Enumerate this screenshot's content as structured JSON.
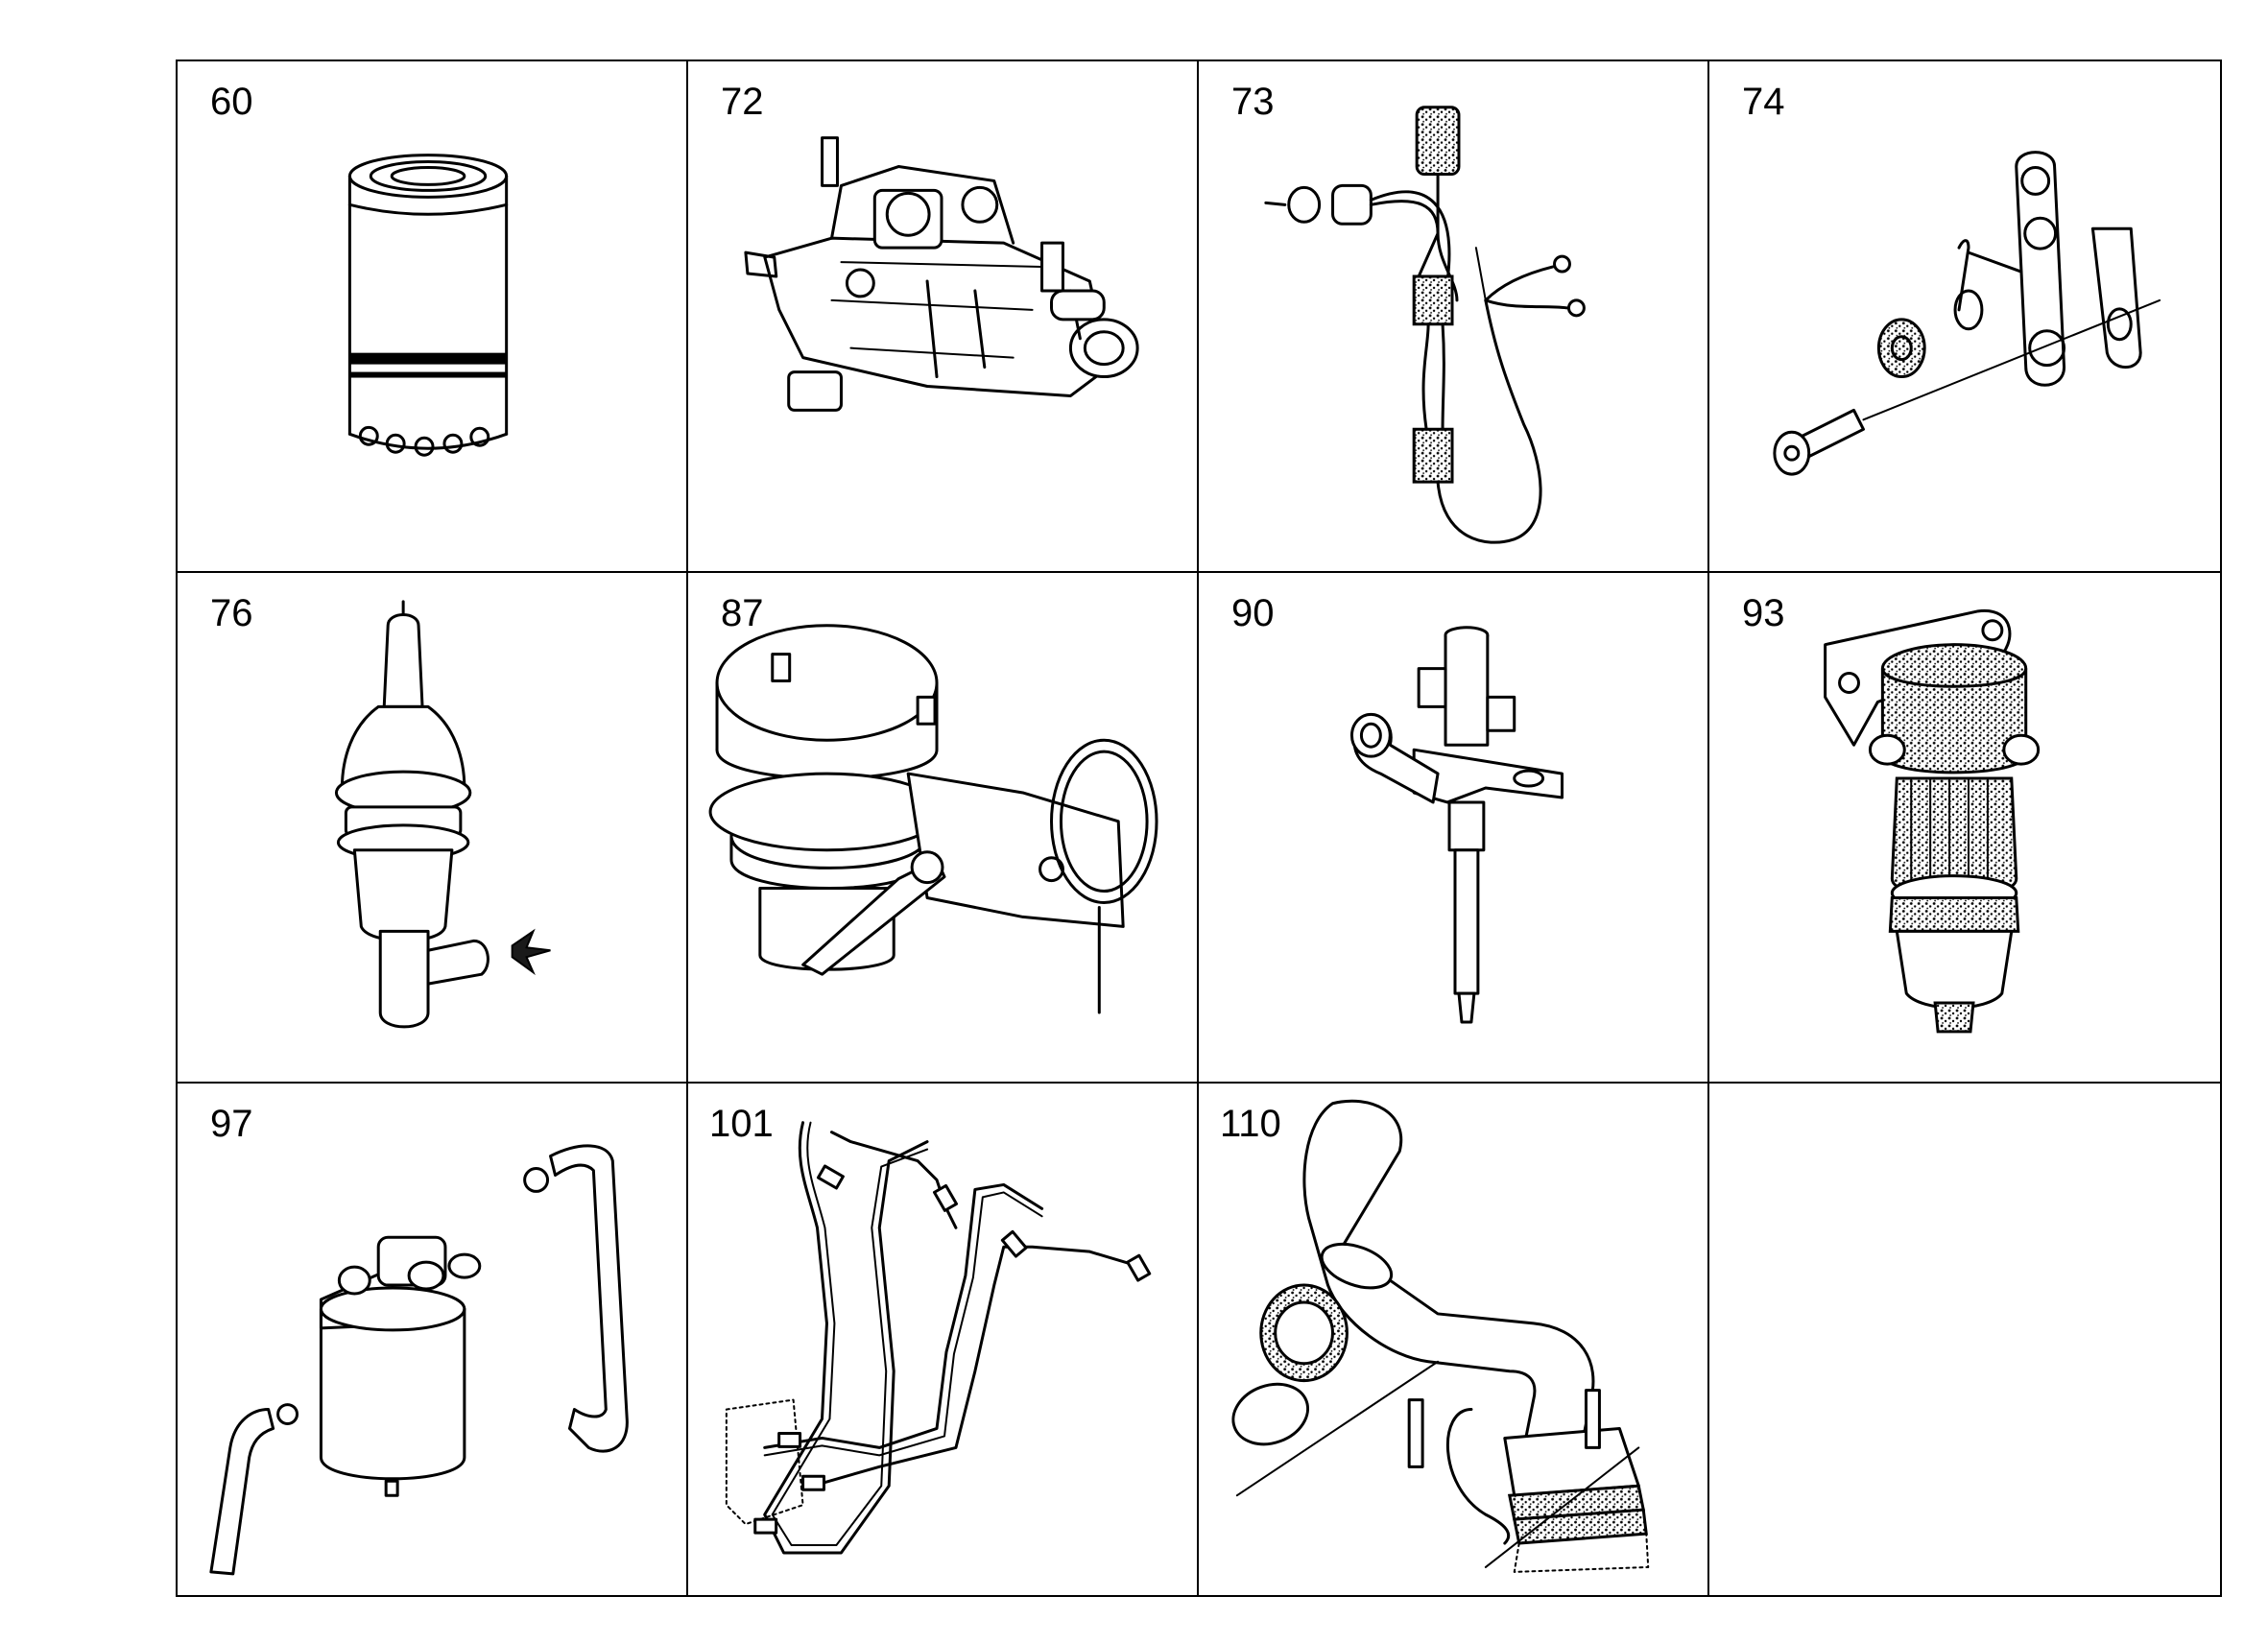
{
  "parts": [
    {
      "number": "60",
      "icon": "oil-filter-icon"
    },
    {
      "number": "72",
      "icon": "injection-pump-icon"
    },
    {
      "number": "73",
      "icon": "sensor-wiring-harness-icon"
    },
    {
      "number": "74",
      "icon": "bracket-bolt-spring-icon"
    },
    {
      "number": "76",
      "icon": "thermostat-valve-icon"
    },
    {
      "number": "87",
      "icon": "fuel-lift-pump-icon"
    },
    {
      "number": "90",
      "icon": "fuel-injector-icon"
    },
    {
      "number": "93",
      "icon": "fuel-water-separator-icon"
    },
    {
      "number": "97",
      "icon": "fuel-filter-hoses-icon"
    },
    {
      "number": "101",
      "icon": "fuel-injection-lines-icon"
    },
    {
      "number": "110",
      "icon": "intake-pipe-icon"
    },
    {
      "number": "",
      "icon": ""
    }
  ]
}
